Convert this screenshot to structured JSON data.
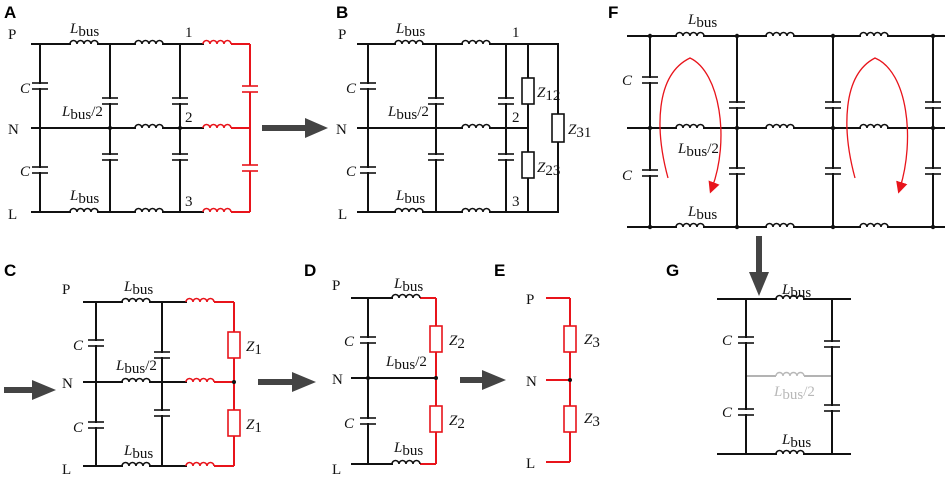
{
  "panels": {
    "A": "A",
    "B": "B",
    "C": "C",
    "D": "D",
    "E": "E",
    "F": "F",
    "G": "G"
  },
  "nodes": {
    "P": "P",
    "N": "N",
    "L": "L",
    "n1": "1",
    "n2": "2",
    "n3": "3"
  },
  "labels": {
    "L": "L",
    "bus": "bus",
    "half": "/2",
    "C": "C",
    "Z": "Z",
    "z12": "12",
    "z23": "23",
    "z31": "31",
    "z1": "1",
    "z2": "2",
    "z3": "3"
  },
  "colors": {
    "highlight": "#e8141b",
    "wire": "#111111",
    "faded": "#b8b8b8",
    "arrow": "#444444"
  }
}
